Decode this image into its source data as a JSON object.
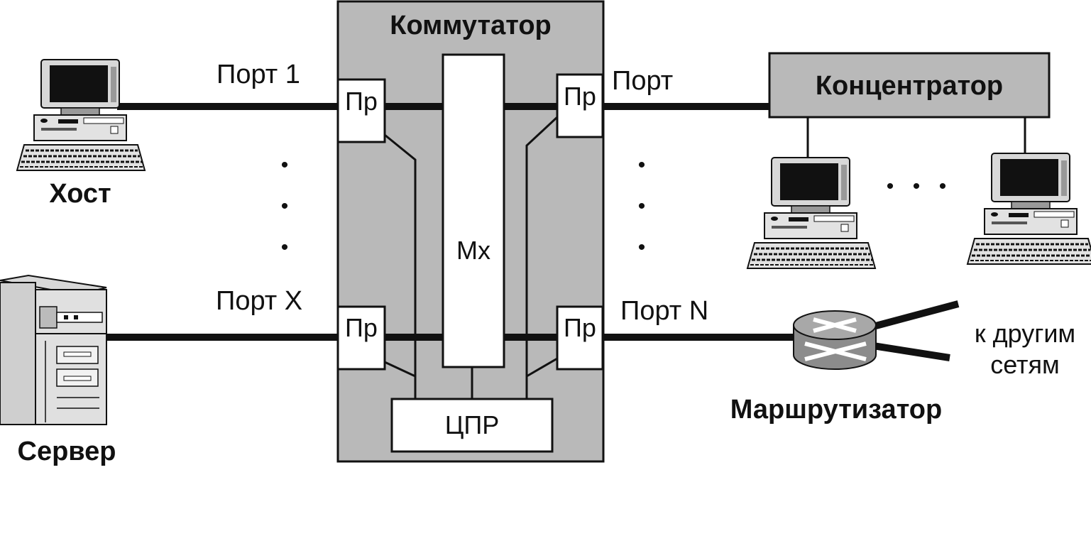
{
  "switch": {
    "title": "Коммутатор",
    "mux_label": "Мх",
    "cpu_label": "ЦПР",
    "proc_label": "Пр"
  },
  "ports": {
    "port1": "Порт 1",
    "portx": "Порт X",
    "port_right": "Порт",
    "portn": "Порт N"
  },
  "devices": {
    "host": "Хост",
    "server": "Сервер",
    "hub": "Концентратор",
    "router": "Маршрутизатор",
    "other_networks_line1": "к другим",
    "other_networks_line2": "сетям"
  },
  "ellipsis": "•",
  "colors": {
    "switch_fill": "#b9b9b9",
    "hub_fill": "#b9b9b9",
    "line": "#111111",
    "box_fill": "#ffffff"
  }
}
